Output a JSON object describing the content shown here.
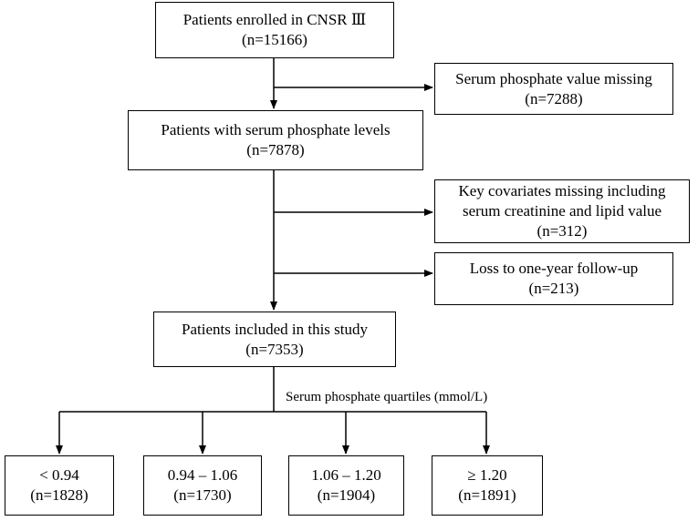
{
  "boxes": {
    "enrolled": {
      "line1": "Patients enrolled in CNSR Ⅲ",
      "line2": "(n=15166)"
    },
    "phosphate_missing": {
      "line1": "Serum phosphate value missing",
      "line2": "(n=7288)"
    },
    "with_phosphate": {
      "line1": "Patients with serum phosphate levels",
      "line2": "(n=7878)"
    },
    "covariates_missing": {
      "line1": "Key covariates missing including",
      "line2": "serum creatinine and lipid value",
      "line3": "(n=312)"
    },
    "lost_followup": {
      "line1": "Loss to one-year follow-up",
      "line2": "(n=213)"
    },
    "included": {
      "line1": "Patients included in this study",
      "line2": "(n=7353)"
    }
  },
  "quartile_label": "Serum phosphate quartiles (mmol/L)",
  "quartiles": [
    {
      "range": "< 0.94",
      "n": "(n=1828)"
    },
    {
      "range": "0.94 – 1.06",
      "n": "(n=1730)"
    },
    {
      "range": "1.06 – 1.20",
      "n": "(n=1904)"
    },
    {
      "range": "≥ 1.20",
      "n": "(n=1891)"
    }
  ]
}
